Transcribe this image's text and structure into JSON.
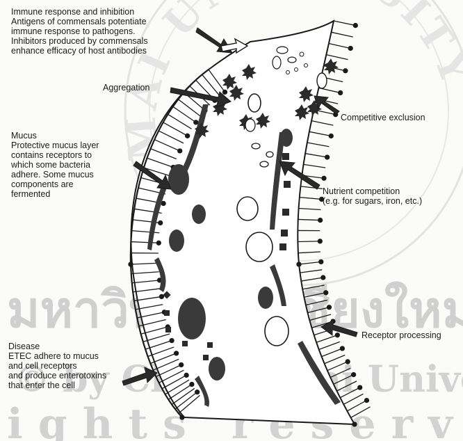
{
  "labels": {
    "immune_response": "Immune response and inhibition\nAntigens of commensals potentiate\nimmune response to pathogens.\nInhibitors produced by commensals\nenhance efficacy of host antibodies",
    "aggregation": "Aggregation",
    "competitive_exclusion": "Competitive exclusion",
    "mucus": "Mucus\nProtective mucus layer\ncontains receptors to\nwhich some bacteria\nadhere. Some mucus\ncomponents are\nfermented",
    "nutrient_competition": "Nutrient competition\n(e.g. for sugars, iron, etc.)",
    "receptor_processing": "Receptor processing",
    "disease": "Disease\nETEC adhere to mucus\nand cell receptors\nand produce enterotoxins\nthat enter the cell"
  },
  "watermark": {
    "thai_line": "มหาวิทยาลัยเชียงใหม่",
    "copyright_line": "© by Chiang Mai University",
    "rights_line": "ights reserved",
    "seal_text": "MAI UNIVERSITY"
  },
  "colors": {
    "ink": "#1a1a1a",
    "watermark": "#cfcfcf",
    "paper": "#fbfbfa"
  }
}
